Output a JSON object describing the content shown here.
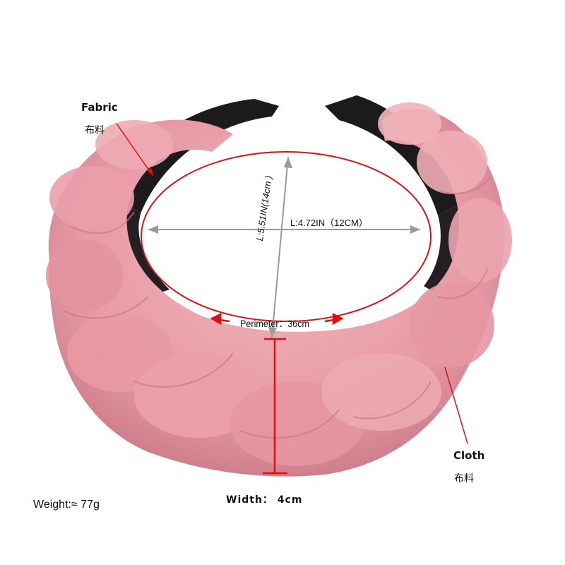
{
  "product": {
    "name": "braided velvet headband",
    "colors": {
      "velvet_pink": "#e9a3ad",
      "velvet_shadow": "#cf7f8c",
      "inner_band": "#1c1a1c",
      "annotation_red": "#e01010",
      "measure_gray": "#9a9a9a"
    }
  },
  "labels": {
    "fabric_title": "Fabric",
    "fabric_cn": "布料",
    "cloth_title": "Cloth",
    "cloth_cn": "布料",
    "length_horizontal": "L:4.72IN（12CM）",
    "length_vertical": "L:5.51IN(14cm )",
    "perimeter": "Perimeter：36cm",
    "width": "Width： 4cm",
    "weight": "Weight:≈ 77g"
  }
}
